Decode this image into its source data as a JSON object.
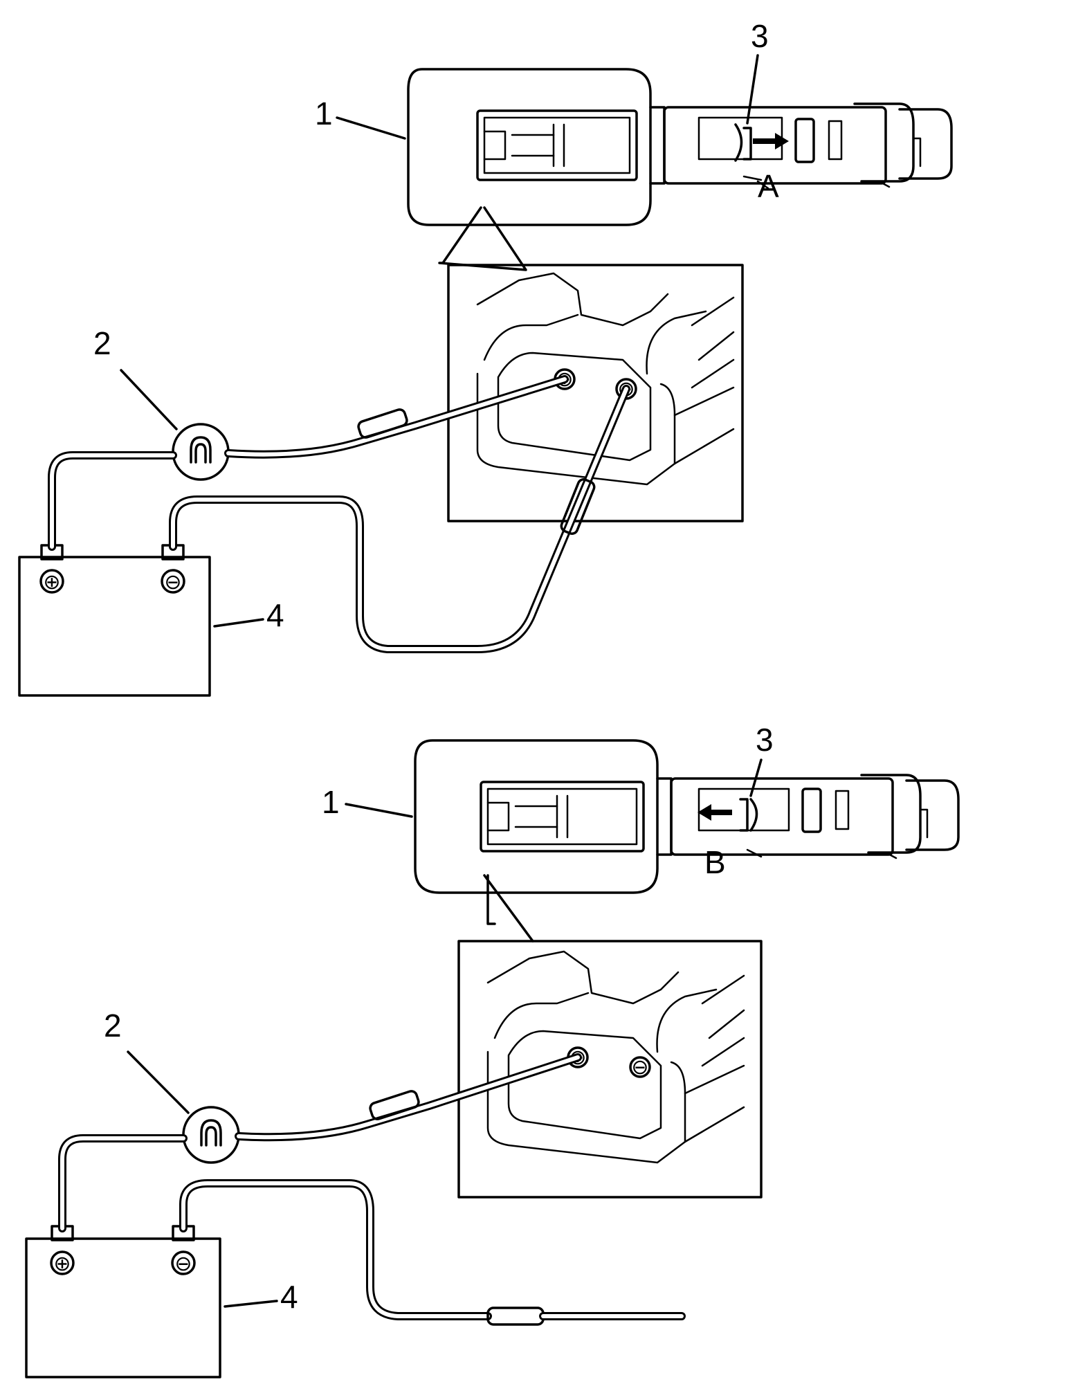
{
  "top": {
    "callouts": {
      "unit": "1",
      "tester": "2",
      "plunger": "3",
      "battery": "4",
      "direction": "A"
    },
    "terminals": {
      "positive": "⊕",
      "negative": "⊖"
    },
    "connection": "tester wired between battery and both unit terminals; plunger moves outward"
  },
  "bottom": {
    "callouts": {
      "unit": "1",
      "tester": "2",
      "plunger": "3",
      "battery": "4",
      "direction": "B"
    },
    "terminals": {
      "positive": "⊕",
      "negative": "⊖"
    },
    "connection": "negative lead disconnected; plunger returns inward"
  }
}
